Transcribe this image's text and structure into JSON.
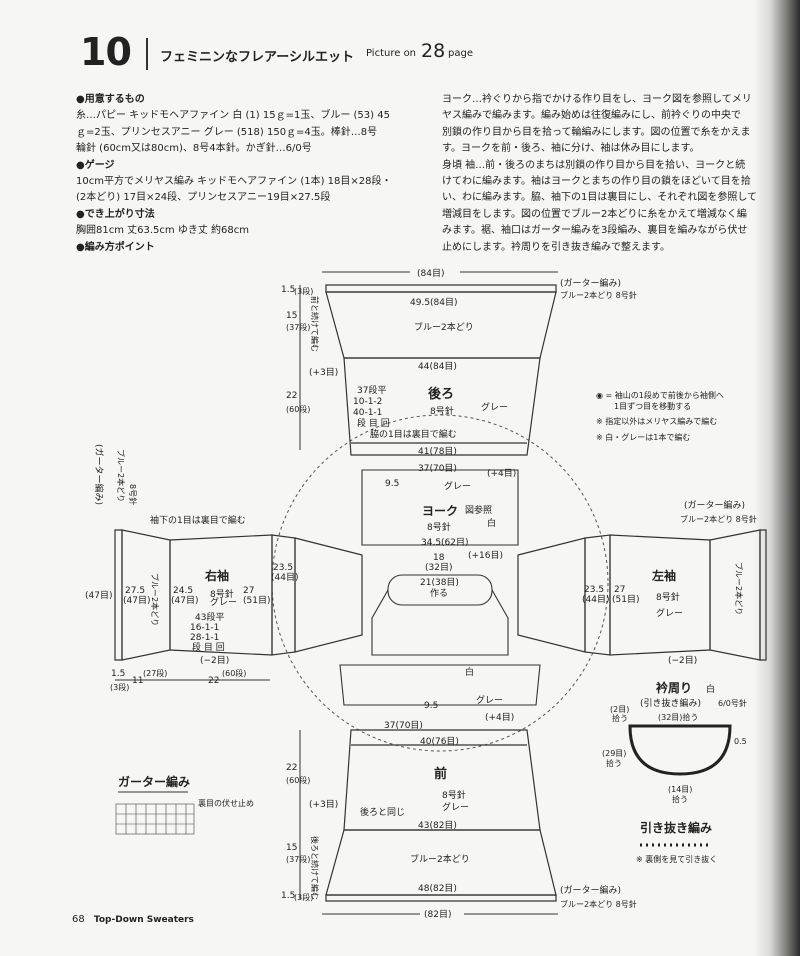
{
  "header": {
    "number": "10",
    "title": "フェミニンなフレアーシルエット",
    "picture_on": "Picture on",
    "picture_page": "28",
    "page_word": "page"
  },
  "materials": {
    "heading": "●用意するもの",
    "lines": [
      "糸…パピー キッドモヘアファイン 白 (1) 15ｇ=1玉、ブルー (53) 45",
      "ｇ=2玉、プリンセスアニー グレー (518) 150ｇ=4玉。棒針…8号",
      "輪針 (60cm又は80cm)、8号4本針。かぎ針…6/0号"
    ]
  },
  "gauge": {
    "heading": "●ゲージ",
    "lines": [
      "10cm平方でメリヤス編み キッドモヘアファイン (1本) 18目×28段・",
      "(2本どり) 17目×24段、プリンセスアニー19目×27.5段"
    ]
  },
  "finished": {
    "heading": "●でき上がり寸法",
    "lines": [
      "胸囲81cm 丈63.5cm ゆき丈 約68cm"
    ]
  },
  "points_heading": "●編み方ポイント",
  "instructions": [
    "ヨーク…衿ぐりから指でかける作り目をし、ヨーク図を参照してメリ",
    "ヤス編みで編みます。編み始めは往復編みにし、前衿ぐりの中央で",
    "別鎖の作り目から目を拾って輪編みにします。図の位置で糸をかえま",
    "す。ヨークを前・後ろ、袖に分け、袖は休み目にします。",
    "身頃 袖…前・後ろのまちは別鎖の作り目から目を拾い、ヨークと続",
    "けてわに編みます。袖はヨークとまちの作り目の鎖をほどいて目を拾",
    "い、わに編みます。脇、袖下の1目は裏目にし、それぞれ図を参照して",
    "増減目をします。図の位置でブルー2本どりに糸をかえて増減なく編",
    "みます。裾、袖口はガーター編みを3段編み、裏目を編みながら伏せ",
    "止めにします。衿周りを引き抜き編みで整えます。"
  ],
  "diagram": {
    "back": {
      "label": "後ろ",
      "needle": "8号針",
      "color": "グレー",
      "hem_label": "ブルー2本どり",
      "top": "(84目)",
      "row1": "49.5(84目)",
      "row2": "44(84目)",
      "row3": "41(78目)",
      "row4": "37(70目)",
      "dec": [
        "37段平",
        "10-1-2",
        "40-1-1",
        "段 目 回"
      ],
      "note": "脇の1目は裏目で編む",
      "garter": "(ガーター編み)",
      "garter_sub": "ブルー2本どり 8号針"
    },
    "front": {
      "label": "前",
      "needle": "8号針",
      "color": "グレー",
      "hem_label": "ブルー2本どり",
      "r1": "37(70目)",
      "r2": "40(76目)",
      "r3": "43(82目)",
      "r4": "48(82目)",
      "bottom": "(82目)",
      "same": "後ろと同じ",
      "garter": "(ガーター編み)",
      "garter_sub": "ブルー2本どり 8号針"
    },
    "yoke": {
      "label": "ヨーク",
      "ref": "図参照",
      "white": "白",
      "needle": "8号針",
      "w1": "34.5(62目)",
      "w2": "18",
      "w3": "(32目)",
      "inc": "(+16目)",
      "neck": "21(38目)",
      "neck2": "作る",
      "gray": "グレー",
      "w4": "9.5",
      "w5": "9.5",
      "r": "(+4目)",
      "l": "(+4目)"
    },
    "right_sleeve": {
      "label": "右袖",
      "needle": "8号針",
      "color": "グレー",
      "w1": "27.5",
      "w1b": "(47目)",
      "w2": "24.5",
      "w2b": "(47目)",
      "w3": "23.5",
      "w3b": "(44目)",
      "w4": "27",
      "w4b": "(51目)",
      "edge": "(47目)",
      "dec": [
        "43段平",
        "16-1-1",
        "28-1-1",
        "段 目 回"
      ],
      "minus": "(−2目)",
      "vlabel": "ブルー2本どり",
      "garter_v": "(ガーター編み)",
      "needle_v": "8号針",
      "note": "袖下の1目は裏目で編む"
    },
    "left_sleeve": {
      "label": "左袖",
      "needle": "8号針",
      "color": "グレー",
      "w1": "23.5",
      "w1b": "(44目)",
      "w2": "27",
      "w2b": "(51目)",
      "minus": "(−2目)",
      "vlabel": "ブルー2本どり",
      "garter": "(ガーター編み)",
      "garter_sub": "ブルー2本どり 8号針"
    },
    "legend": [
      "◉ = 袖山の1段めで前後から袖側へ",
      "1目ずつ目を移動する",
      "※ 指定以外はメリヤス編みで編む",
      "※ 白・グレーは1本で編む"
    ],
    "neckband": {
      "title": "衿周り",
      "color": "白",
      "sub": "(引き抜き編み)",
      "needle": "6/0号針",
      "s1": "(32目)拾う",
      "s2": "(2目)",
      "s2b": "拾う",
      "s3": "(29目)",
      "s3b": "拾う",
      "s4": "(14目)",
      "s4b": "拾う",
      "w": "0.5"
    },
    "garter_chart": {
      "title": "ガーター編み",
      "note": "裏目の伏せ止め"
    },
    "slipstitch": {
      "title": "引き抜き編み",
      "note": "※ 裏側を見て引き抜く"
    },
    "dims": {
      "d1": "1.5",
      "d1b": "(3段)",
      "d2": "15",
      "d2b": "(37段)",
      "d3": "22",
      "d3b": "(60段)",
      "d4": "(+3目)",
      "d5": "22",
      "d5b": "(60段)",
      "d6": "15",
      "d6b": "(37段)",
      "d7": "1.5",
      "d7b": "(3段)",
      "cont": "前と続けて編む",
      "cont2": "後ろと続けて編む",
      "rs1": "1.5",
      "rs2": "(3段)",
      "rs3": "11",
      "rs4": "(27段)",
      "rs5": "22",
      "rs6": "(60段)"
    }
  },
  "footer": {
    "page": "68",
    "book": "Top-Down Sweaters"
  }
}
